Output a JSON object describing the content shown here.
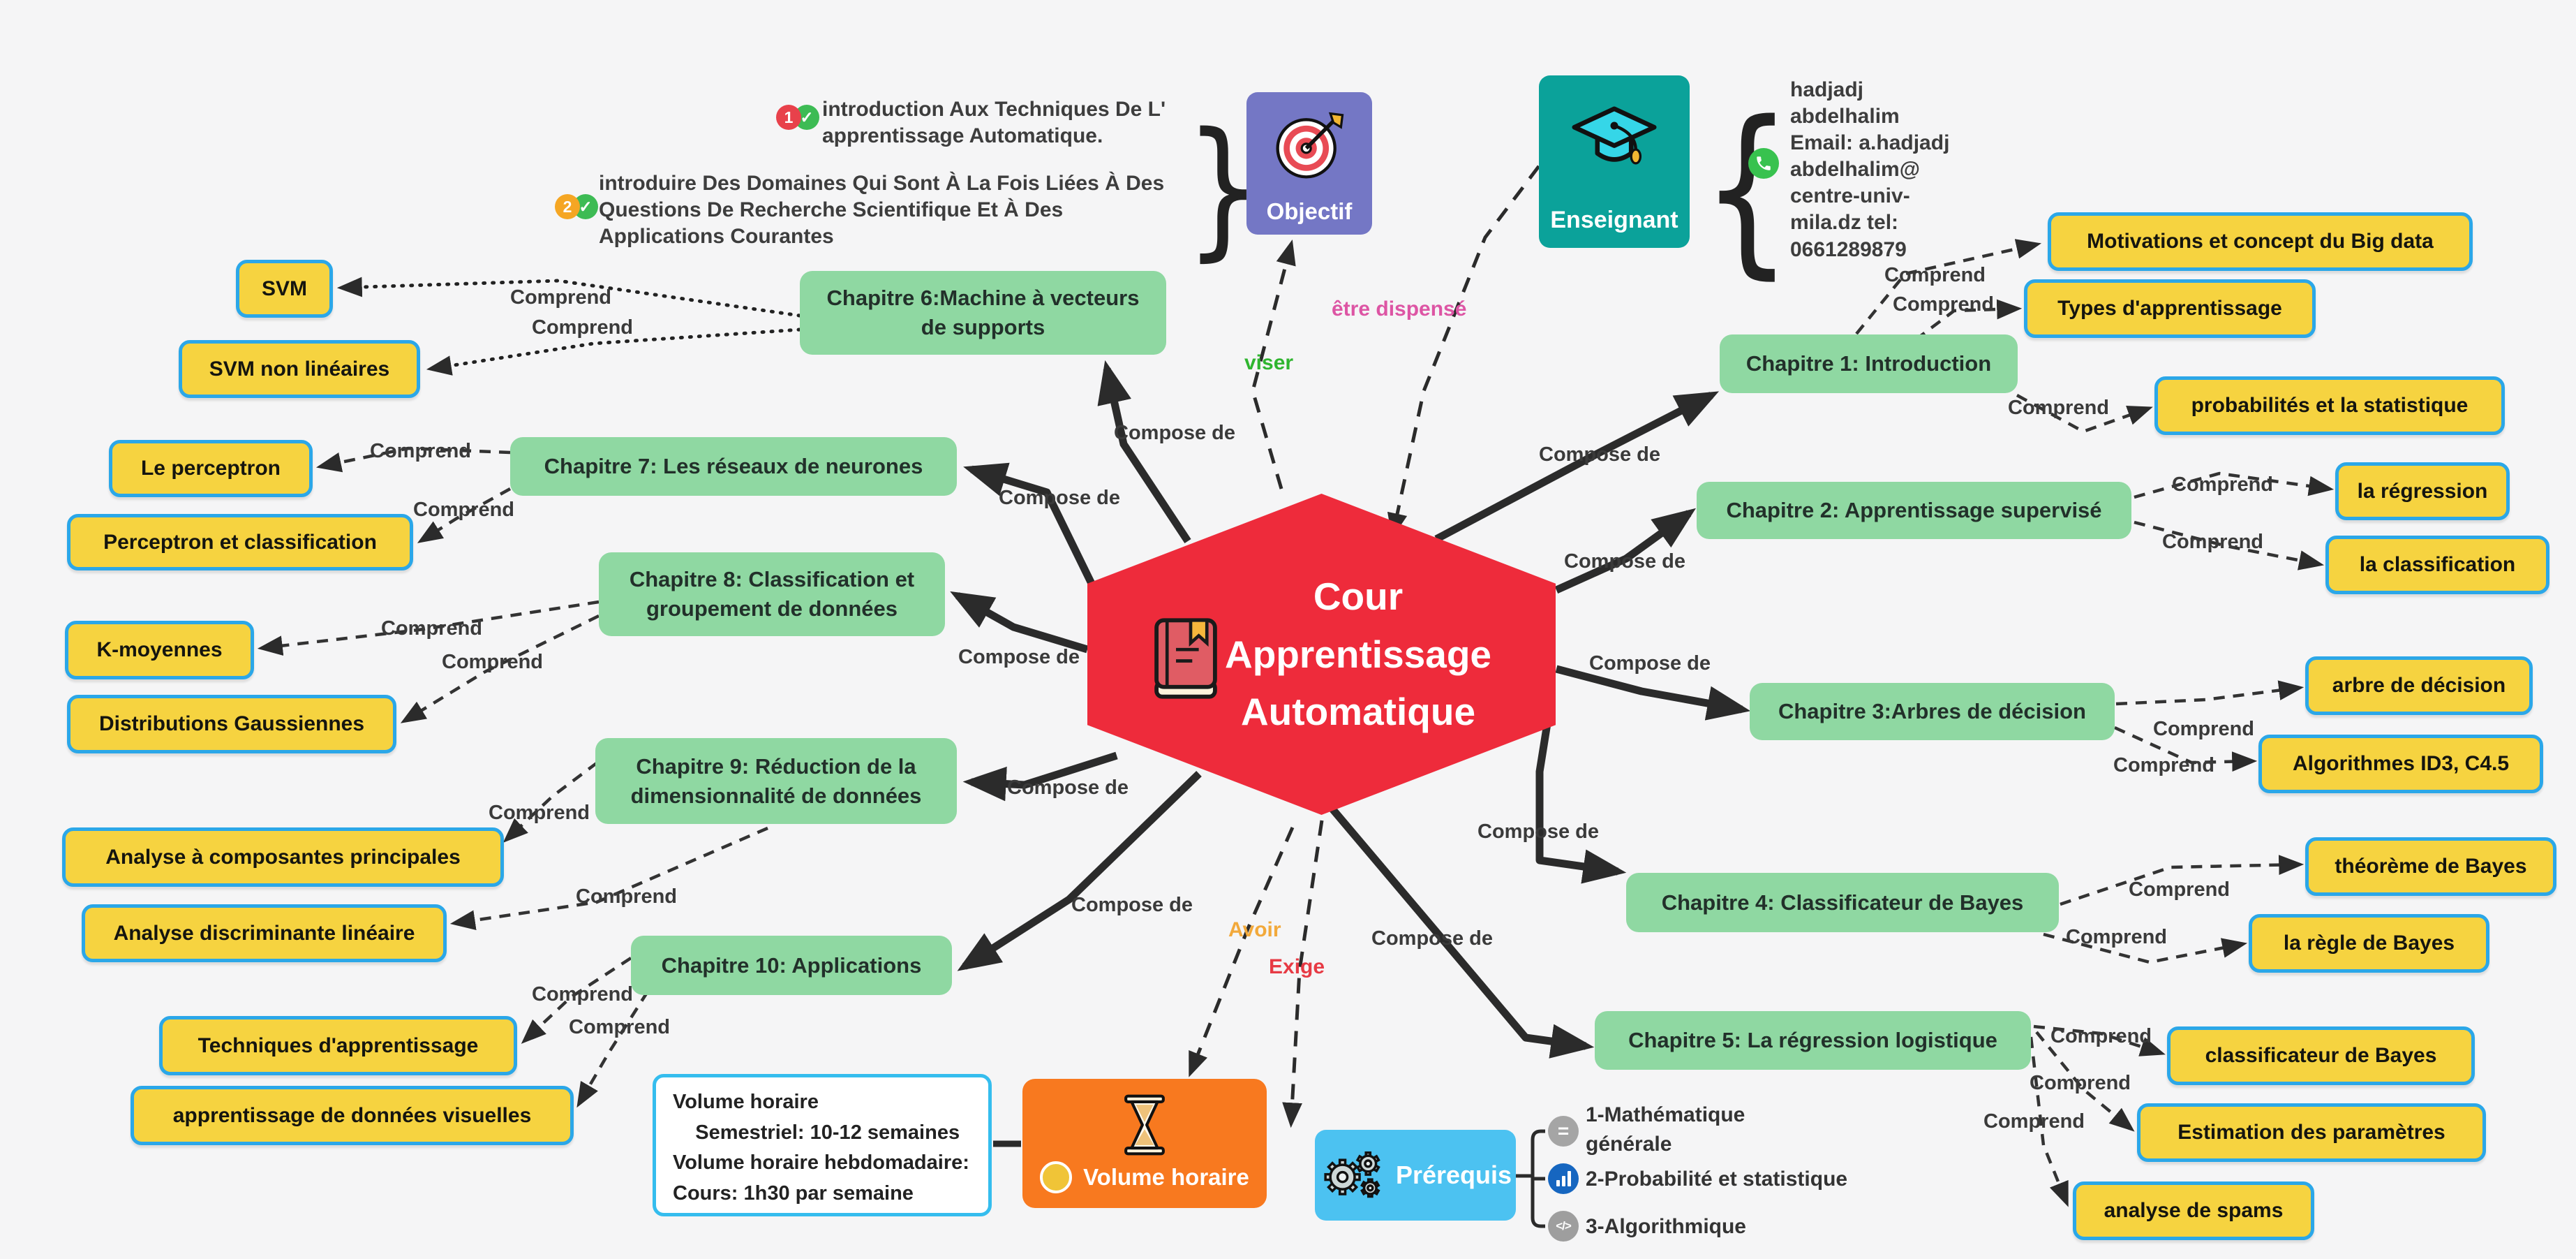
{
  "center": {
    "title": "Cour\nApprentissage\nAutomatique",
    "icon": "book-icon",
    "color": "#ee2b3b"
  },
  "objectif": {
    "label": "Objectif",
    "color": "#7477c5",
    "items": [
      {
        "num": "1",
        "text": "introduction Aux Techniques De L'\napprentissage Automatique."
      },
      {
        "num": "2",
        "text": "introduire Des Domaines Qui Sont À La Fois Liées À Des\nQuestions De Recherche Scientifique  Et À Des\nApplications Courantes"
      }
    ]
  },
  "enseignant": {
    "label": "Enseignant",
    "color": "#0ba29a",
    "contact": "hadjadj\nabdelhalim\nEmail: a.hadjadj\nabdelhalim@\ncentre-univ-\nmila.dz tel:\n0661289879"
  },
  "volume": {
    "label": "Volume horaire",
    "color": "#f8791f",
    "details": "Volume horaire\n    Semestriel: 10-12 semaines\nVolume horaire hebdomadaire:\nCours: 1h30 par semaine"
  },
  "prerequis": {
    "label": "Prérequis",
    "color": "#4cc2f1",
    "items": [
      {
        "text": "1-Mathématique\ngénérale",
        "icon": "equals-icon"
      },
      {
        "text": "2-Probabilité et statistique",
        "icon": "bar-chart-icon"
      },
      {
        "text": "3-Algorithmique",
        "icon": "code-icon"
      }
    ]
  },
  "chapters": [
    {
      "label": "Chapitre 1: Introduction",
      "topics": [
        "Motivations et concept du Big data",
        "Types d'apprentissage",
        "probabilités et la statistique"
      ]
    },
    {
      "label": "Chapitre 2: Apprentissage supervisé",
      "topics": [
        "la régression",
        "la classification"
      ]
    },
    {
      "label": "Chapitre 3:Arbres de décision",
      "topics": [
        "arbre de décision",
        "Algorithmes ID3, C4.5"
      ]
    },
    {
      "label": "Chapitre 4: Classificateur de Bayes",
      "topics": [
        "théorème de Bayes",
        "la règle de Bayes"
      ]
    },
    {
      "label": "Chapitre 5: La régression logistique",
      "topics": [
        "classificateur de Bayes",
        "Estimation des paramètres",
        "analyse de spams"
      ]
    },
    {
      "label": "Chapitre 6:Machine à vecteurs de supports",
      "topics": [
        "SVM",
        "SVM non linéaires"
      ]
    },
    {
      "label": "Chapitre 7: Les réseaux de neurones",
      "topics": [
        "Le perceptron",
        "Perceptron et classification"
      ]
    },
    {
      "label": "Chapitre 8: Classification et groupement de données",
      "topics": [
        "K-moyennes",
        "Distributions Gaussiennes"
      ]
    },
    {
      "label": "Chapitre 9: Réduction de la dimensionnalité de données",
      "topics": [
        "Analyse à composantes principales",
        "Analyse discriminante linéaire"
      ]
    },
    {
      "label": "Chapitre 10: Applications",
      "topics": [
        "Techniques d'apprentissage",
        "apprentissage de données visuelles"
      ]
    }
  ],
  "edge_labels": {
    "comprend": "Comprend",
    "compose": "Compose de",
    "viser": "viser",
    "etre_dispense": "être dispensé",
    "avoir": "Avoir",
    "exige": "Exige"
  },
  "colors": {
    "background": "#f5f5f6",
    "chapter_green": "#8fd8a2",
    "topic_yellow": "#f6d340",
    "topic_border_blue": "#2ba7e8",
    "viser_green": "#2fb52f",
    "etre_dispense_pink": "#dd55a4",
    "avoir_orange": "#f2a93b",
    "exige_red": "#e73a44"
  }
}
